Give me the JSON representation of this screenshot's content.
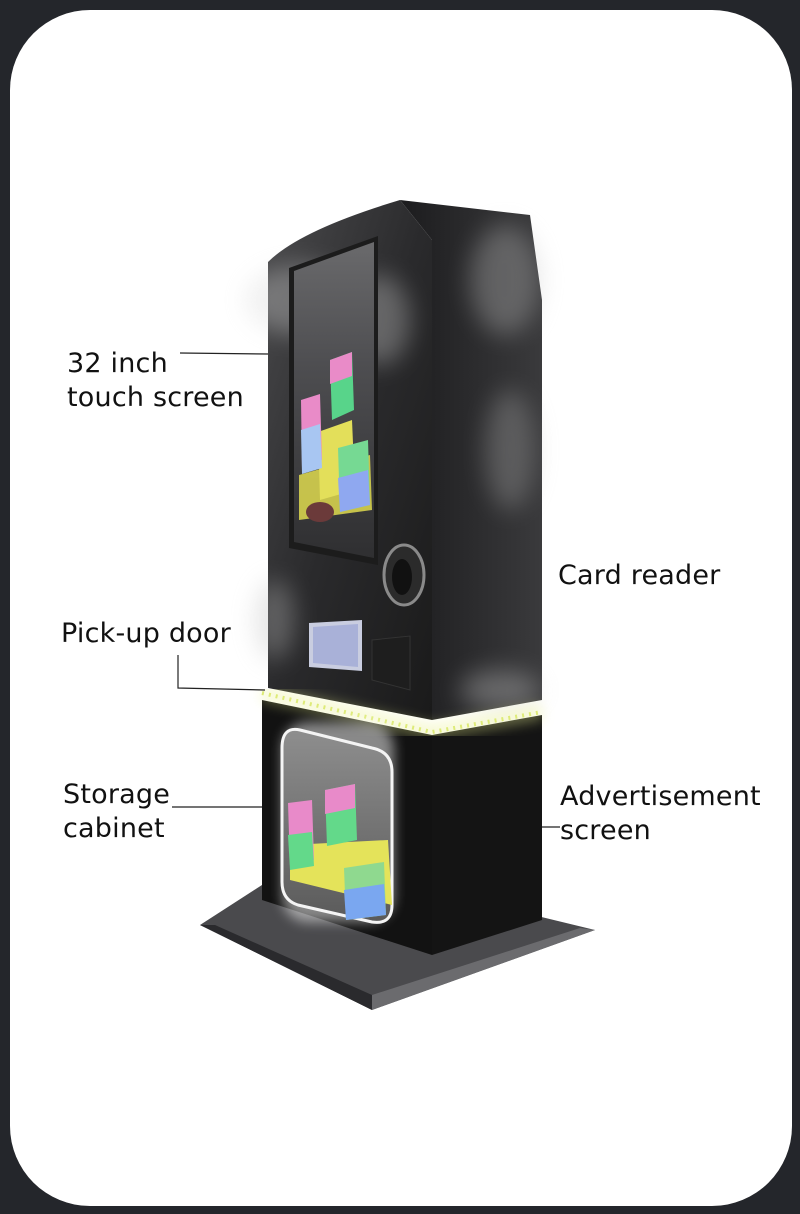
{
  "labels": {
    "touch_screen": [
      "32 inch",
      "touch screen"
    ],
    "card_reader": "Card reader",
    "pickup_door": "Pick-up door",
    "storage_cabinet": [
      "Storage",
      "cabinet"
    ],
    "advertisement_screen": [
      "Advertisement",
      "screen"
    ]
  },
  "colors": {
    "background": "#24262b",
    "card": "#ffffff",
    "machine_body": "#1a1a1a",
    "led_strip": "#d8e86a",
    "product_yellow": "#e4e35a",
    "product_green": "#63d98a",
    "product_pink": "#e88ac9",
    "product_blue": "#7aa7f0"
  }
}
